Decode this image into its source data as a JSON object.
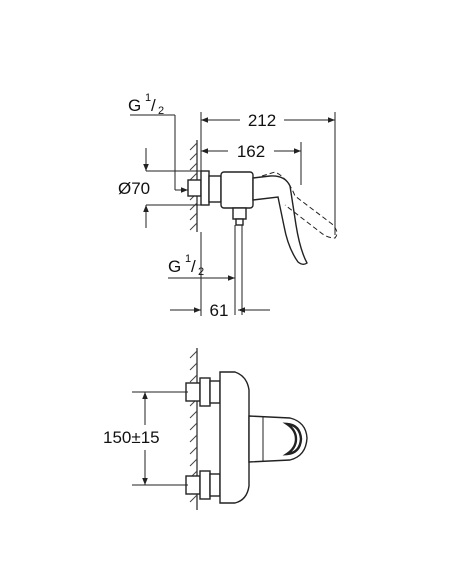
{
  "drawing": {
    "side_view": {
      "thread_top": {
        "prefix": "G",
        "sup": "1",
        "sub": "2"
      },
      "thread_bottom": {
        "prefix": "G",
        "sup": "1",
        "sub": "2"
      },
      "dim_overall": "212",
      "dim_lever": "162",
      "dim_rosette": "Ø70",
      "dim_outlet": "61"
    },
    "front_view": {
      "dim_centers": "150±15"
    }
  },
  "colors": {
    "line": "#222222",
    "background": "#ffffff"
  }
}
